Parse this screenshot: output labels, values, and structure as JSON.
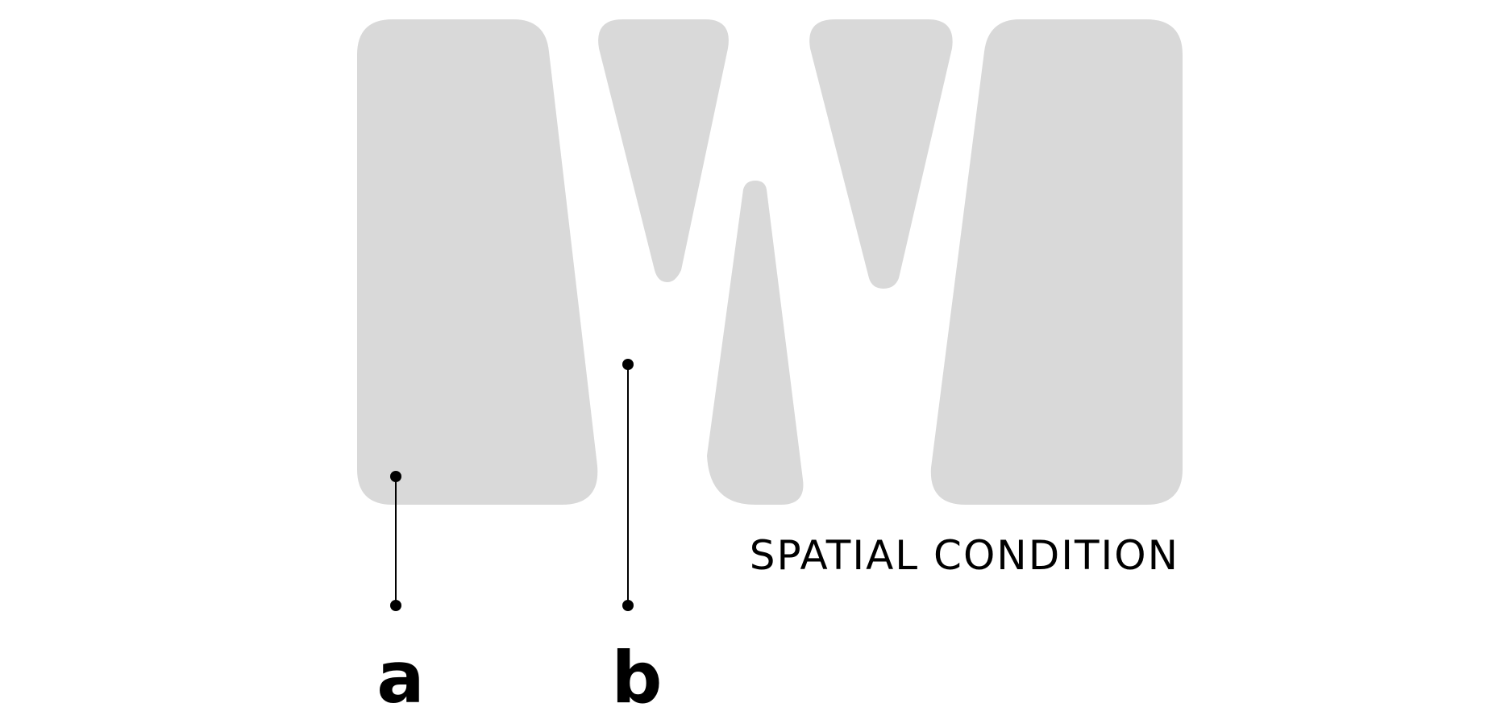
{
  "caption": "SPATIAL CONDITION",
  "markers": {
    "a": "a",
    "b": "b"
  },
  "colors": {
    "shape_fill": "#d9d9d9",
    "ink": "#000000",
    "background": "#ffffff"
  }
}
